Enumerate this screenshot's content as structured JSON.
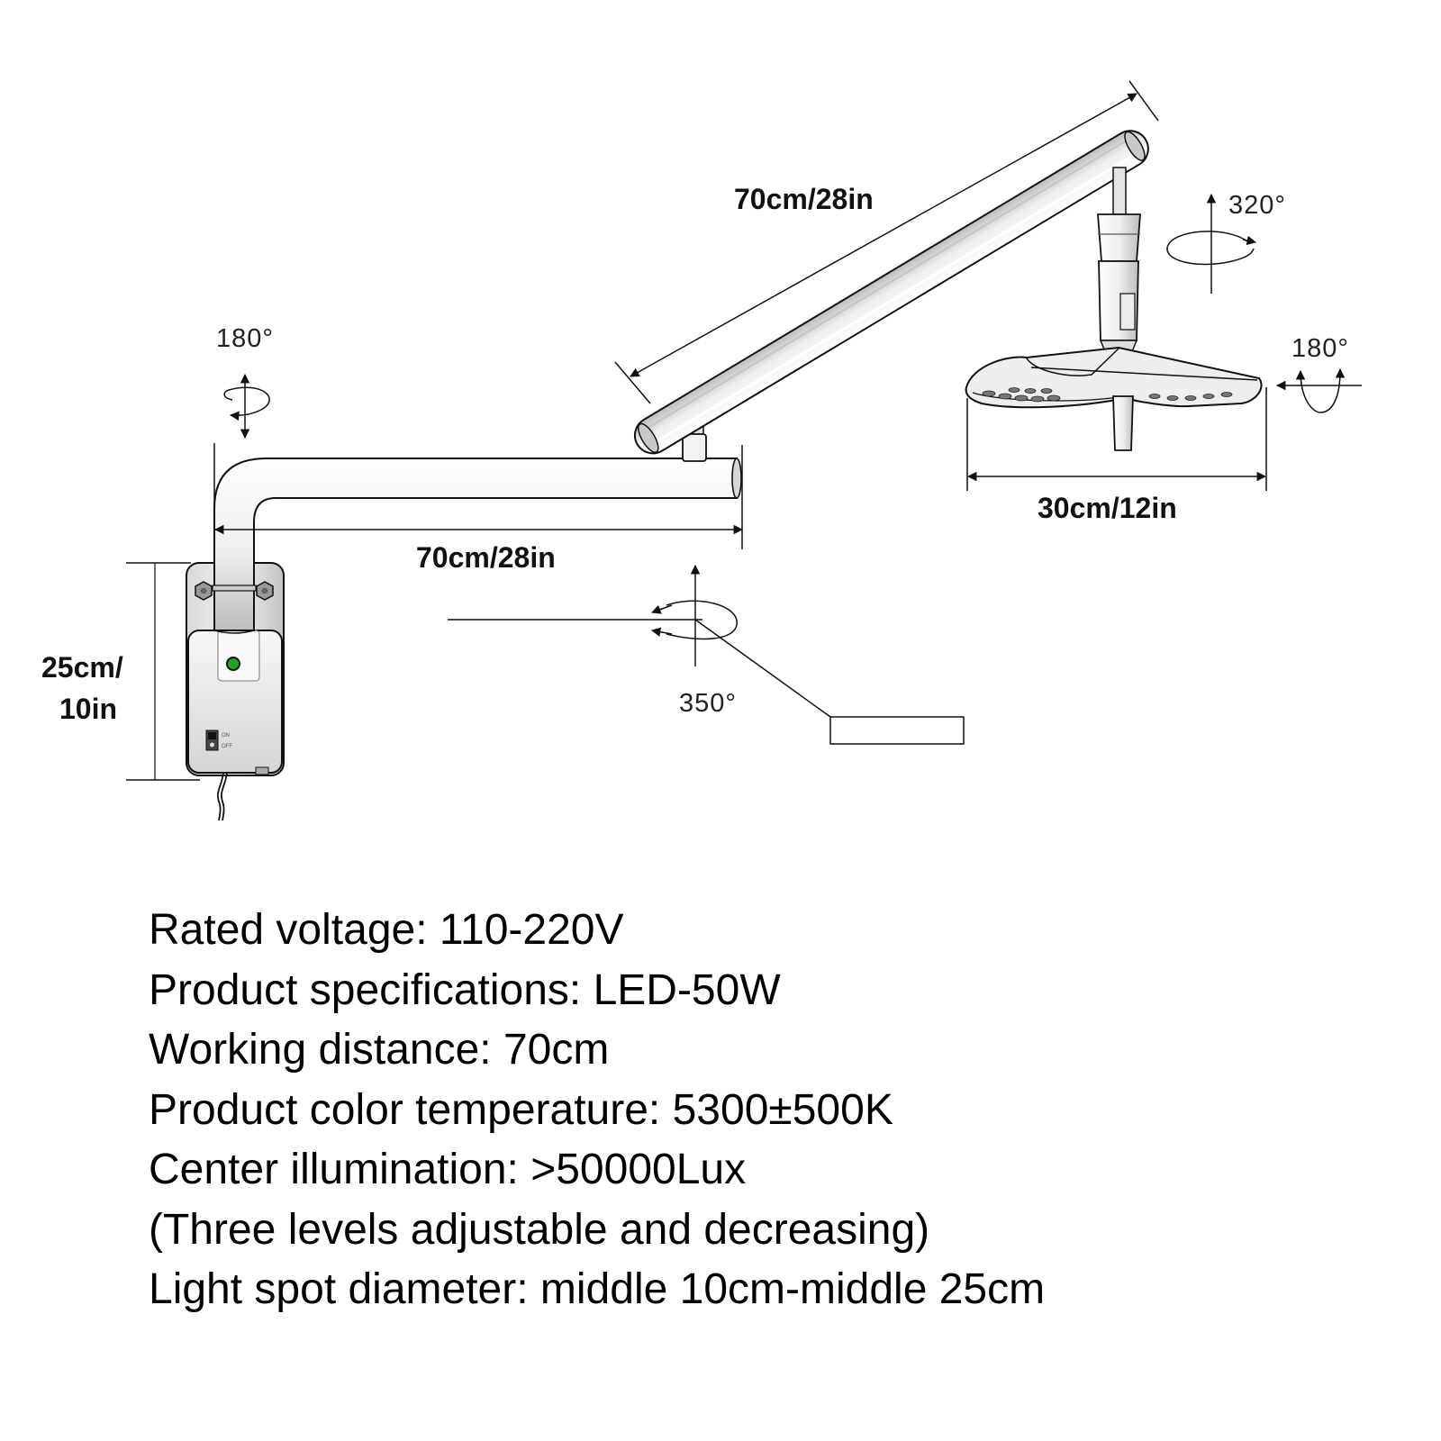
{
  "diagram": {
    "upper_arm_length": "70cm/28in",
    "lower_arm_length": "70cm/28in",
    "lamp_head_width": "30cm/12in",
    "wall_box_height_line1": "25cm/",
    "wall_box_height_line2": "10in",
    "rotation_base": "180°",
    "rotation_lamp_vertical": "320°",
    "rotation_lamp_tilt": "180°",
    "rotation_lower_arm": "350°",
    "switch_on_label": "ON",
    "switch_off_label": "OFF",
    "colors": {
      "line": "#111111",
      "metal_light": "#f4f4f4",
      "metal_shade": "#b9b9b9",
      "indicator": "#1fa51f"
    }
  },
  "specs": [
    "Rated voltage: 110-220V",
    "Product specifications: LED-50W",
    "Working distance: 70cm",
    "Product color temperature: 5300±500K",
    "Center illumination: >50000Lux",
    "(Three levels adjustable and decreasing)",
    "Light spot diameter: middle 10cm-middle 25cm"
  ]
}
